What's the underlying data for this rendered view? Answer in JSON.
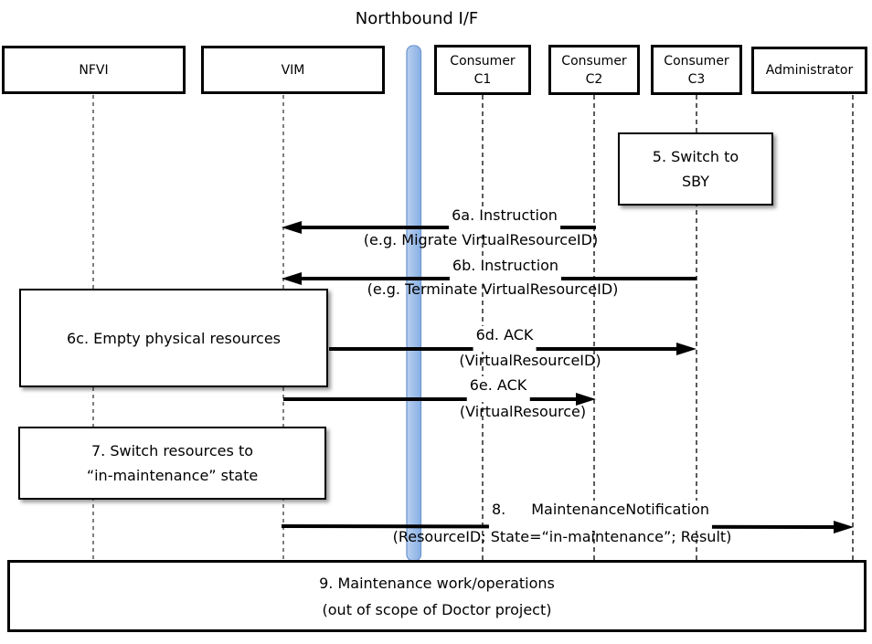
{
  "title": "Northbound I/F",
  "actors": [
    {
      "label": "NFVI"
    },
    {
      "label": "VIM"
    },
    {
      "label": "Consumer",
      "label2": "C1"
    },
    {
      "label": "Consumer",
      "label2": "C2"
    },
    {
      "label": "Consumer",
      "label2": "C3"
    },
    {
      "label": "Administrator"
    }
  ],
  "notes": {
    "n5": {
      "line1": "5. Switch to",
      "line2": "SBY"
    },
    "n6c": {
      "line1": "6c. Empty physical resources"
    },
    "n7": {
      "line1": "7. Switch resources to",
      "line2": "“in-maintenance” state"
    },
    "n9": {
      "line1": "9. Maintenance work/operations",
      "line2": "(out of scope of Doctor project)"
    }
  },
  "messages": {
    "m6a": {
      "label": "6a. Instruction",
      "detail": "(e.g. Migrate VirtualResourceID)"
    },
    "m6b": {
      "label": "6b. Instruction",
      "detail": "(e.g. Terminate VirtualResourceID)"
    },
    "m6d": {
      "label": "6d. ACK",
      "detail": "(VirtualResourceID)"
    },
    "m6e": {
      "label": "6e. ACK",
      "detail": "(VirtualResource)"
    },
    "m8": {
      "number": "8.",
      "label": "MaintenanceNotification",
      "detail": "(ResourceID; State=“in-maintenance”; Result)"
    }
  },
  "colors": {
    "arrow": "#000000",
    "lifeline_gray": "#555555",
    "lifeline_dark": "#333333",
    "bar_fill_light": "#b9d0f0",
    "bar_fill_dark": "#88b0e4",
    "bar_border": "#7099d2"
  }
}
